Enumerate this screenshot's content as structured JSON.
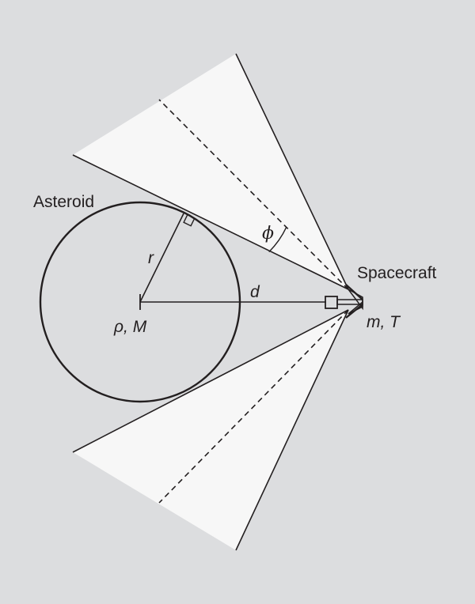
{
  "labels": {
    "asteroid": "Asteroid",
    "spacecraft": "Spacecraft",
    "radius": "r",
    "distance": "d",
    "density_mass": "ρ, M",
    "mass_thrust": "m, T",
    "angle": "ϕ"
  },
  "colors": {
    "background": "#dcdddf",
    "cone_fill": "#f7f7f7",
    "line": "#231f20"
  }
}
